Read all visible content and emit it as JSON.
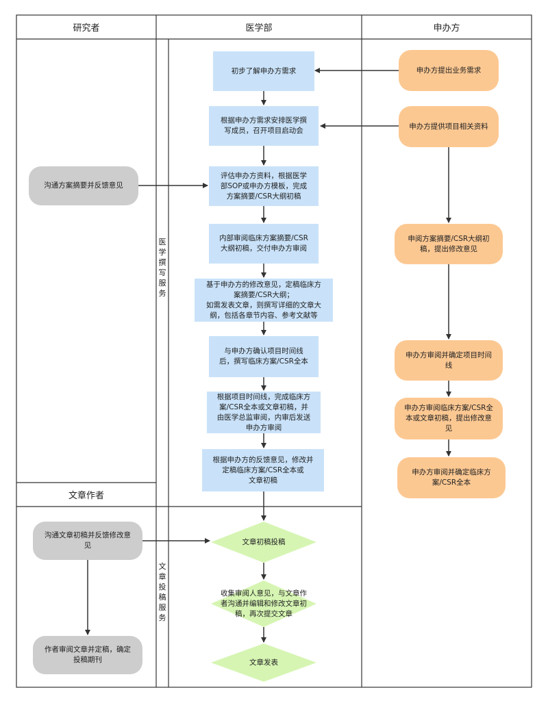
{
  "headers": {
    "researcher": "研究者",
    "medical": "医学部",
    "sponsor": "申办方",
    "author": "文章作者"
  },
  "side_labels": {
    "medical_writing": "医学撰写服务",
    "submission": "文章投稿服务"
  },
  "medical_steps": [
    "初步了解申办方需求",
    "根据申办方需求安排医学撰\n写成员，召开项目启动会",
    "评估申办方资料，根据医学\n部SOP或申办方模板，完成\n方案摘要/CSR大纲初稿",
    "内部审阅临床方案摘要/CSR\n大纲初稿，交付申办方审阅",
    "基于申办方的修改意见，定稿临床方\n案摘要/CSR大纲；\n如需发表文章，则撰写详细的文章大\n纲，包括各章节内容、参考文献等",
    "与申办方确认项目时间线\n后，撰写临床方案/CSR全本",
    "根据项目时间线，完成临床方\n案/CSR全本或文章初稿，并\n由医学总监审阅，内审后发送\n申办方审阅",
    "根据申办方的反馈意见，修改并\n定稿临床方案/CSR全本或\n文章初稿"
  ],
  "submission_steps": [
    "文章初稿投稿",
    "收集审阅人意见，与文章作\n者沟通并编辑和修改文章初\n稿，再次提交文章",
    "文章发表"
  ],
  "sponsor_steps": [
    "申办方提出业务需求",
    "申办方提供项目相关资料",
    "申阅方案摘要/CSR大纲初\n稿，提出修改意见",
    "申办方审阅并确定项目时间\n线",
    "申办方审阅临床方案/CSR全\n本或文章初稿，提出修改意\n见",
    "申办方审阅并确定临床方\n案/CSR全本"
  ],
  "researcher_steps": [
    "沟通方案摘要并反馈意见"
  ],
  "author_steps": [
    "沟通文章初稿并反馈修改意\n见",
    "作者审阅文章并定稿，确定\n投稿期刊"
  ],
  "colors": {
    "blue": "#c9e2f9",
    "orange": "#fcc892",
    "gray": "#cdcdcd",
    "green": "#d6f5b3",
    "line": "#333333"
  }
}
